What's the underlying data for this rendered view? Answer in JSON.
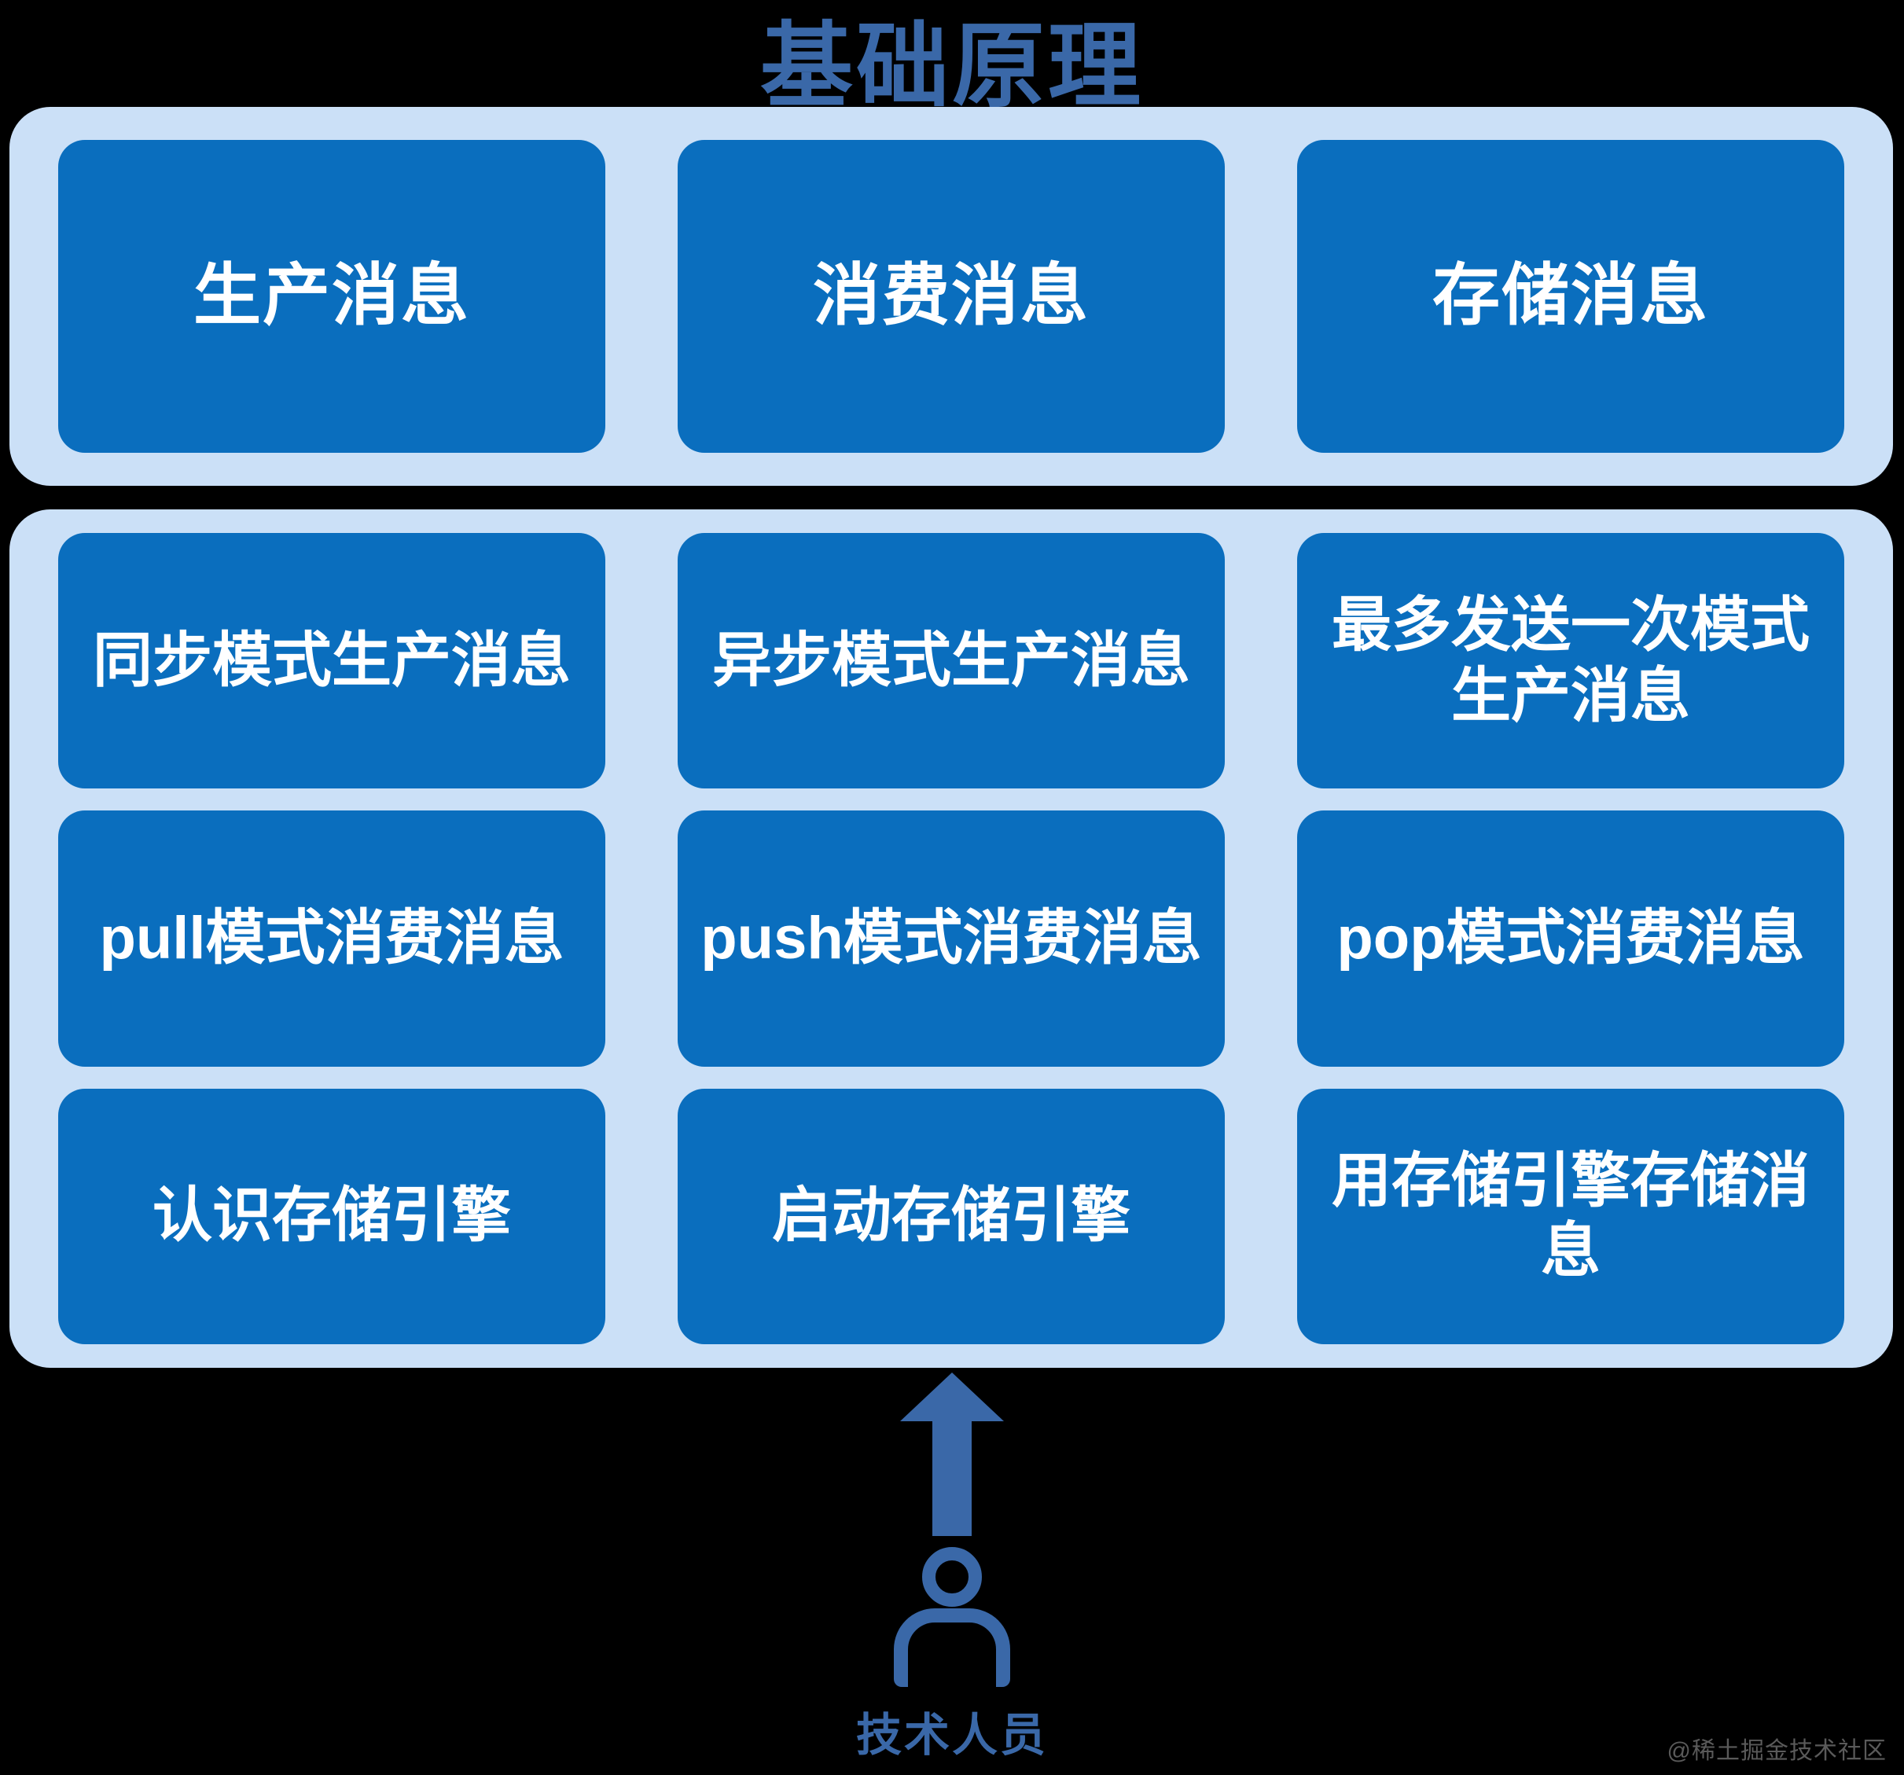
{
  "title": "基础原理",
  "colors": {
    "background": "#000000",
    "title_text": "#3a68a8",
    "panel": "#cbe0f7",
    "card": "#0a6ebe",
    "card_text": "#ffffff",
    "actor": "#3a68a8",
    "watermark": "#5a5a5a"
  },
  "top_section": {
    "cards": [
      {
        "label": "生产消息"
      },
      {
        "label": "消费消息"
      },
      {
        "label": "存储消息"
      }
    ]
  },
  "bottom_section": {
    "cards": [
      {
        "label": "同步模式生产消息"
      },
      {
        "label": "异步模式生产消息"
      },
      {
        "label": "最多发送一次模式生产消息"
      },
      {
        "label": "pull模式消费消息"
      },
      {
        "label": "push模式消费消息"
      },
      {
        "label": "pop模式消费消息"
      },
      {
        "label": "认识存储引擎"
      },
      {
        "label": "启动存储引擎"
      },
      {
        "label": "用存储引擎存储消息"
      }
    ]
  },
  "actor": {
    "label": "技术人员",
    "arrow_direction": "up"
  },
  "watermark": "@稀土掘金技术社区"
}
